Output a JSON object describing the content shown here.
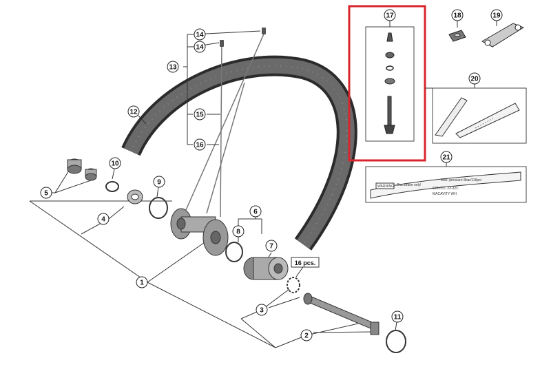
{
  "diagram": {
    "callouts": {
      "c1": "1",
      "c2": "2",
      "c3": "3",
      "c4": "4",
      "c5": "5",
      "c6": "6",
      "c7": "7",
      "c8": "8",
      "c9": "9",
      "c10": "10",
      "c11": "11",
      "c12": "12",
      "c13": "13",
      "c14a": "14",
      "c14b": "14",
      "c15": "15",
      "c16": "16",
      "c17": "17",
      "c18": "18",
      "c19": "19",
      "c20": "20",
      "c21": "21"
    },
    "spoke_quantity": "16 pcs.",
    "rim_label": {
      "warning": "WARNING",
      "line1": "Disc brake only!",
      "line2": "Max. pressure 8bar/116psi",
      "line3": "622x17C 23-32C",
      "line4": "MACAVITY WH"
    },
    "highlight_color": "#d9262c"
  }
}
